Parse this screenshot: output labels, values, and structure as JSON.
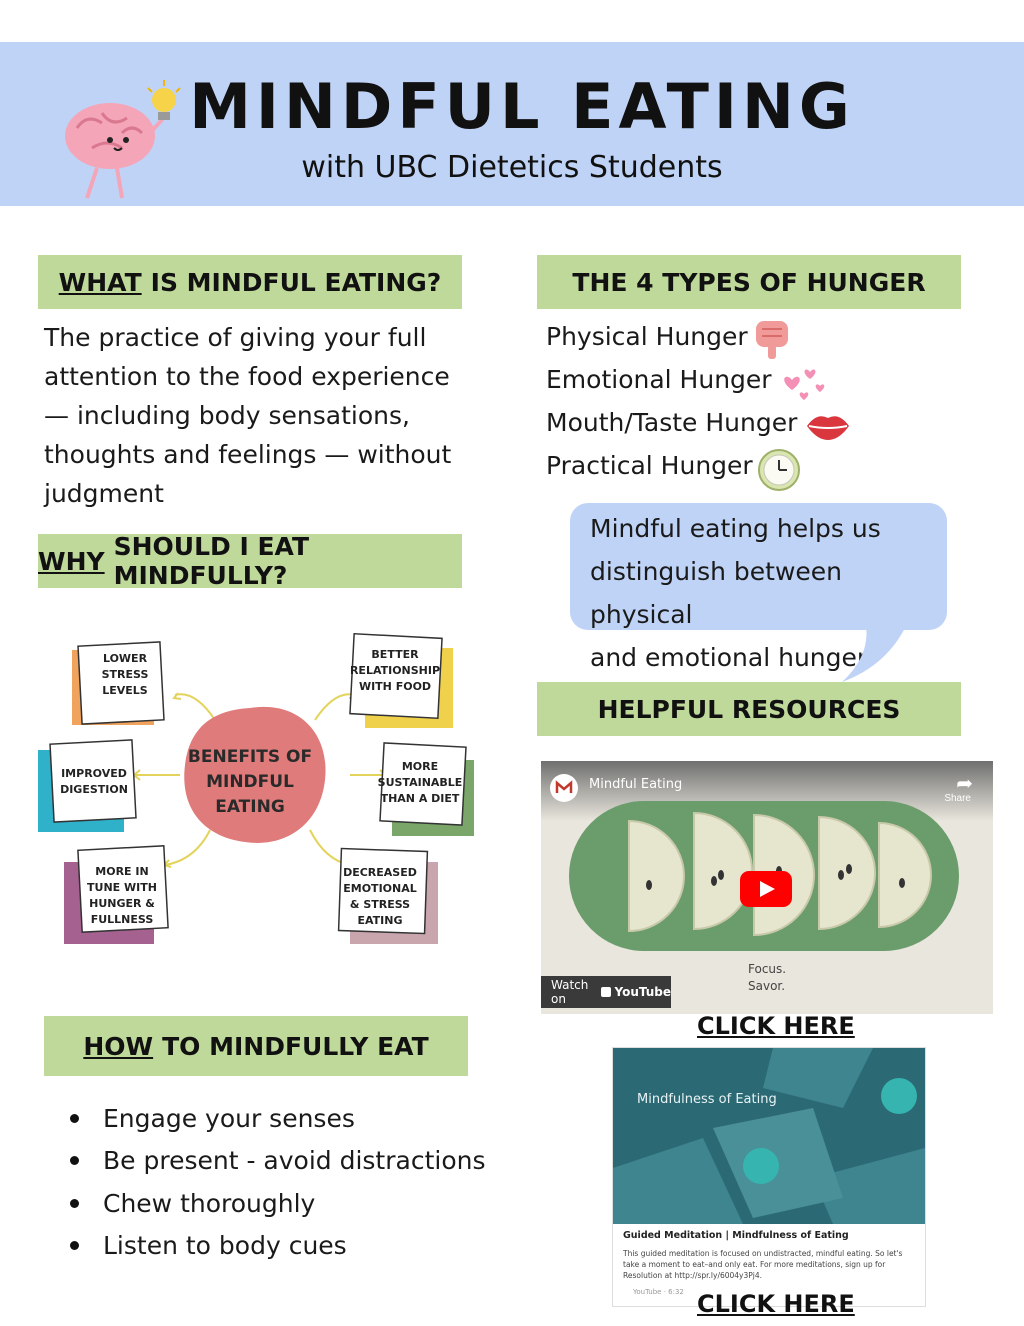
{
  "header": {
    "title": "MINDFUL EATING",
    "subtitle": "with UBC Dietetics Students"
  },
  "sections": {
    "what": {
      "heading_emph": "WHAT",
      "heading_rest": "IS MINDFUL EATING?",
      "body_lines": [
        "The practice of giving your full",
        "attention to the food experience",
        "— including body sensations,",
        "thoughts and feelings — without",
        "judgment"
      ]
    },
    "why": {
      "heading_emph": "WHY",
      "heading_rest": "SHOULD I EAT MINDFULLY?"
    },
    "benefits": {
      "center_lines": [
        "BENEFITS OF",
        "MINDFUL",
        "EATING"
      ],
      "notes": [
        {
          "lines": [
            "LOWER",
            "STRESS",
            "LEVELS"
          ]
        },
        {
          "lines": [
            "BETTER",
            "RELATIONSHIP",
            "WITH FOOD"
          ]
        },
        {
          "lines": [
            "IMPROVED",
            "DIGESTION"
          ]
        },
        {
          "lines": [
            "MORE",
            "SUSTAINABLE",
            "THAN A DIET"
          ]
        },
        {
          "lines": [
            "MORE IN",
            "TUNE WITH",
            "HUNGER &",
            "FULLNESS"
          ]
        },
        {
          "lines": [
            "DECREASED",
            "EMOTIONAL",
            "& STRESS",
            "EATING"
          ]
        }
      ]
    },
    "how": {
      "heading_emph": "HOW",
      "heading_rest": "TO MINDFULLY EAT",
      "items": [
        "Engage your senses",
        "Be present - avoid distractions",
        "Chew thoroughly",
        "Listen to body cues"
      ]
    },
    "hunger": {
      "heading": "THE 4 TYPES OF HUNGER",
      "types": [
        {
          "label": "Physical Hunger",
          "icon": "intestine-icon"
        },
        {
          "label": "Emotional Hunger",
          "icon": "hearts-icon"
        },
        {
          "label": "Mouth/Taste Hunger",
          "icon": "lips-icon"
        },
        {
          "label": "Practical Hunger",
          "icon": "clock-icon"
        }
      ],
      "bubble_lines": [
        "Mindful eating helps us",
        "distinguish between physical",
        "and emotional hunger"
      ]
    },
    "resources": {
      "heading": "HELPFUL RESOURCES",
      "video": {
        "label": "Mindful Eating",
        "share": "Share",
        "watch_on": "Watch on",
        "youtube": "YouTube",
        "caption_lines": [
          "Focus.",
          "Savor."
        ]
      },
      "click_1": "CLICK HERE",
      "meditation": {
        "thumb_title": "Mindfulness of Eating",
        "caption": "Guided Meditation | Mindfulness of Eating",
        "desc": "This guided meditation is focused on undistracted, mindful eating. So let's take a moment to eat–and only eat. For more meditations, sign up for Resolution at http://spr.ly/6004y3Pj4.",
        "meta": "YouTube · 6:32"
      },
      "click_2": "CLICK HERE"
    }
  },
  "colors": {
    "banner": "#bfd3f6",
    "section_bar": "#bfd99a",
    "bubble": "#bfd3f6",
    "benefits_center": "#e07b7b"
  }
}
